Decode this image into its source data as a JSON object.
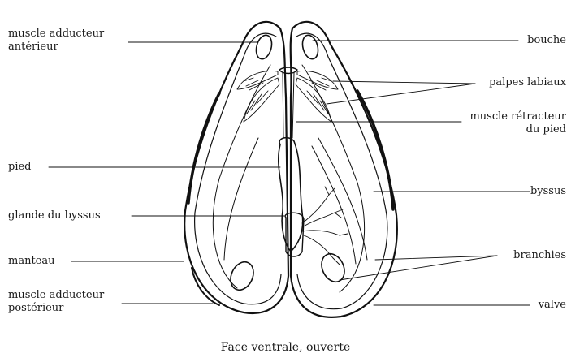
{
  "diagram": {
    "labels": {
      "muscle_adducteur_anterieur_1": "muscle adducteur",
      "muscle_adducteur_anterieur_2": "antérieur",
      "pied": "pied",
      "glande_du_byssus": "glande du byssus",
      "manteau": "manteau",
      "muscle_adducteur_posterieur_1": "muscle adducteur",
      "muscle_adducteur_posterieur_2": "postérieur",
      "bouche": "bouche",
      "palpes_labiaux": "palpes labiaux",
      "muscle_retracteur_1": "muscle rétracteur",
      "muscle_retracteur_2": "du pied",
      "byssus": "byssus",
      "branchies": "branchies",
      "valve": "valve"
    },
    "caption": "Face ventrale, ouverte"
  }
}
